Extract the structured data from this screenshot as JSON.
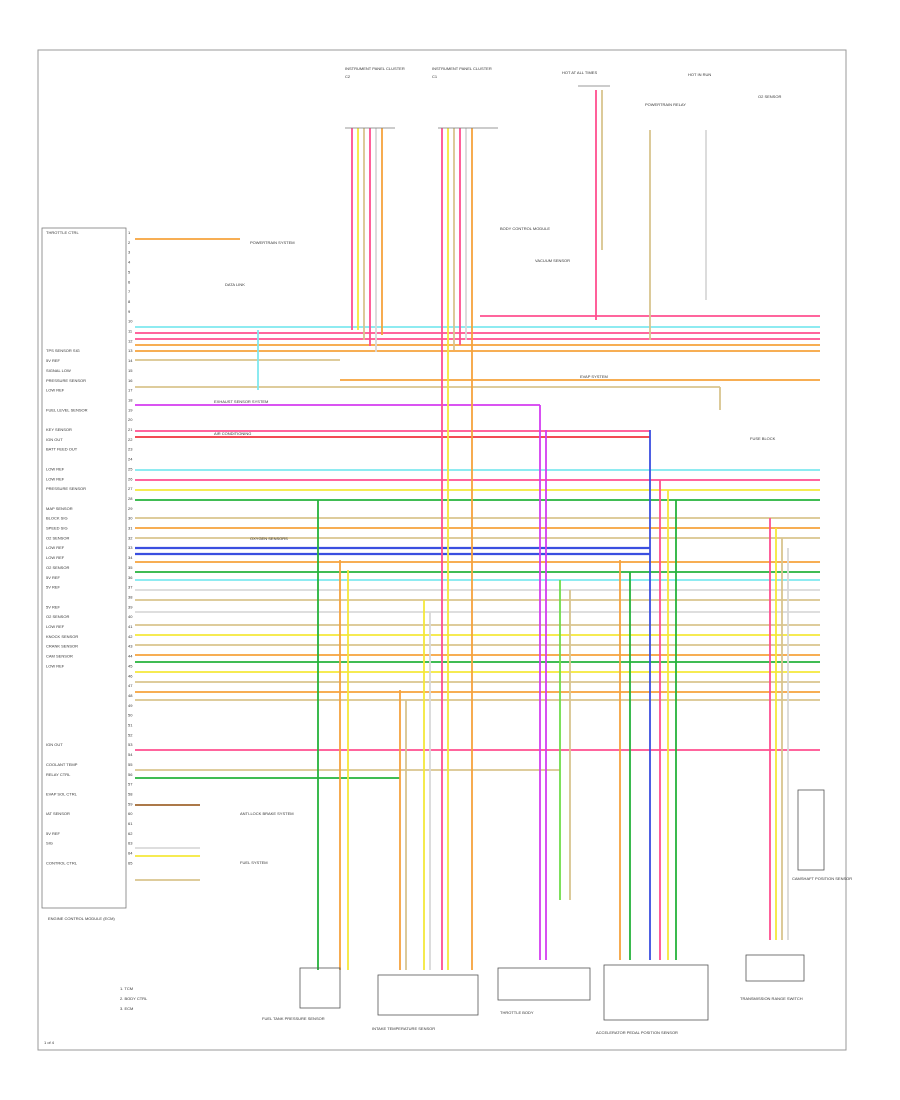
{
  "page_label": "1 of 4",
  "ecm": {
    "label": "ENGINE CONTROL MODULE (ECM)",
    "pins": [
      "THROTTLE CTRL",
      "",
      "",
      "",
      "",
      "",
      "",
      "",
      "",
      "",
      "",
      "",
      "TPS SENSOR SIG",
      "5V REF",
      "SIGNAL LOW",
      "PRESSURE SENSOR",
      "LOW REF",
      "",
      "FUEL LEVEL SENSOR",
      "",
      "KEY SENSOR",
      "IGN OUT",
      "BATT FEED OUT",
      "",
      "LOW REF",
      "LOW REF",
      "PRESSURE SENSOR",
      "",
      "MAP SENSOR",
      "BLOCK SIG",
      "SPEED SIG",
      "O2 SENSOR",
      "LOW REF",
      "LOW REF",
      "O2 SENSOR",
      "5V REF",
      "5V REF",
      "",
      "5V REF",
      "O2 SENSOR",
      "LOW REF",
      "KNOCK SENSOR",
      "CRANK SENSOR",
      "CAM SENSOR",
      "LOW REF",
      "",
      "",
      "",
      "",
      "",
      "",
      "",
      "IGN OUT",
      "",
      "COOLANT TEMP",
      "RELAY CTRL",
      "",
      "EVAP SOL CTRL",
      "",
      "IAT SENSOR",
      "",
      "5V REF",
      "SIG",
      "",
      "CONTROL CTRL"
    ]
  },
  "legend": [
    "1. TCM",
    "2. BODY CTRL",
    "3. ECM"
  ],
  "components": {
    "instrument_cluster_a": "INSTRUMENT PANEL CLUSTER",
    "instrument_cluster_b": "INSTRUMENT PANEL CLUSTER",
    "hot_at_all_times": "HOT AT ALL TIMES",
    "hot_in_run": "HOT IN RUN",
    "powertrain_relay": "POWERTRAIN RELAY",
    "fuse_block": "FUSE BLOCK",
    "o2_sensor_right": "O2 SENSOR",
    "fuel_tank_pressure": "FUEL TANK PRESSURE SENSOR",
    "intake_temp_sensor": "INTAKE TEMPERATURE SENSOR",
    "throttle_body": "THROTTLE BODY",
    "accelerator_pedal": "ACCELERATOR PEDAL POSITION SENSOR",
    "trans_range_switch": "TRANSMISSION RANGE SWITCH",
    "air_conditioning": "AIR CONDITIONING",
    "data_link": "DATA LINK",
    "powertrain_system": "POWERTRAIN SYSTEM",
    "exhaust_sensor_system": "EXHAUST SENSOR SYSTEM",
    "body_control_module": "BODY CONTROL MODULE",
    "vacuum_sensor": "VACUUM SENSOR",
    "oxygen_sensors_left": "OXYGEN SENSORS",
    "evap_system": "EVAP SYSTEM",
    "anti_lock": "ANTI-LOCK BRAKE SYSTEM",
    "fuel_system": "FUEL SYSTEM",
    "camshaft_sensor": "CAMSHAFT POSITION SENSOR"
  },
  "wire_colors": {
    "pink": "#ff4f8f",
    "orange": "#f6a23c",
    "tan": "#d9c48e",
    "yellow": "#f4e83a",
    "light_green": "#6fdc4a",
    "green": "#25b33b",
    "blue": "#3a4fe0",
    "light_blue": "#7ee8ef",
    "violet": "#d43cf0",
    "red": "#f0323c",
    "gray": "#8a8a8a",
    "brown": "#a1662f",
    "white": "#d9d9d9",
    "black": "#222222"
  }
}
